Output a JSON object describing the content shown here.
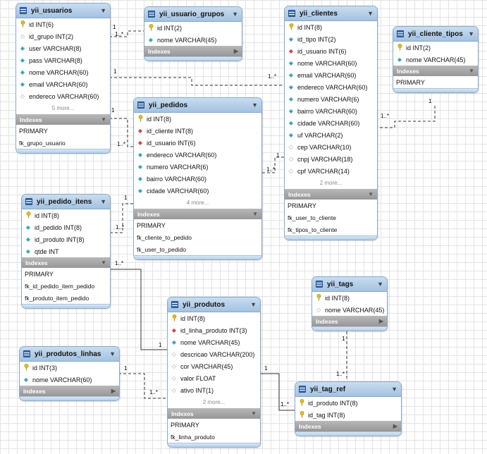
{
  "labels": {
    "one": "1",
    "many": "1..*"
  },
  "tables": [
    {
      "id": "usuarios",
      "name": "yii_usuarios",
      "columns": [
        {
          "icon": "key",
          "text": "id INT(6)"
        },
        {
          "icon": "null",
          "text": "id_grupo INT(2)"
        },
        {
          "icon": "nn",
          "text": "user VARCHAR(8)"
        },
        {
          "icon": "nn",
          "text": "pass VARCHAR(8)"
        },
        {
          "icon": "nn",
          "text": "nome VARCHAR(60)"
        },
        {
          "icon": "nn",
          "text": "email VARCHAR(60)"
        },
        {
          "icon": "null",
          "text": "endereco VARCHAR(60)"
        }
      ],
      "more": "5 more...",
      "indexes_label": "Indexes",
      "indexes": [
        "PRIMARY",
        "fk_grupo_usuario"
      ]
    },
    {
      "id": "usuario_grupos",
      "name": "yii_usuario_grupos",
      "columns": [
        {
          "icon": "key",
          "text": "id INT(2)"
        },
        {
          "icon": "nn",
          "text": "nome VARCHAR(45)"
        }
      ],
      "more": "",
      "indexes_label": "Indexes",
      "indexes": []
    },
    {
      "id": "clientes",
      "name": "yii_clientes",
      "columns": [
        {
          "icon": "key",
          "text": "id INT(8)"
        },
        {
          "icon": "nn",
          "text": "id_tipo INT(2)"
        },
        {
          "icon": "fk",
          "text": "id_usuario INT(6)"
        },
        {
          "icon": "nn",
          "text": "nome VARCHAR(60)"
        },
        {
          "icon": "nn",
          "text": "email VARCHAR(60)"
        },
        {
          "icon": "nn",
          "text": "endereco VARCHAR(60)"
        },
        {
          "icon": "nn",
          "text": "numero VARCHAR(6)"
        },
        {
          "icon": "nn",
          "text": "bairro VARCHAR(60)"
        },
        {
          "icon": "nn",
          "text": "cidade VARCHAR(60)"
        },
        {
          "icon": "nn",
          "text": "uf VARCHAR(2)"
        },
        {
          "icon": "null",
          "text": "cep VARCHAR(10)"
        },
        {
          "icon": "null",
          "text": "cnpj VARCHAR(18)"
        },
        {
          "icon": "null",
          "text": "cpf VARCHAR(14)"
        }
      ],
      "more": "2 more...",
      "indexes_label": "Indexes",
      "indexes": [
        "PRIMARY",
        "fk_user_to_cliente",
        "fk_tipos_to_cliente"
      ]
    },
    {
      "id": "cliente_tipos",
      "name": "yii_cliente_tipos",
      "columns": [
        {
          "icon": "key",
          "text": "id INT(2)"
        },
        {
          "icon": "nn",
          "text": "nome VARCHAR(45)"
        }
      ],
      "more": "",
      "indexes_label": "Indexes",
      "indexes": [
        "PRIMARY"
      ]
    },
    {
      "id": "pedidos",
      "name": "yii_pedidos",
      "columns": [
        {
          "icon": "key",
          "text": "id INT(8)"
        },
        {
          "icon": "fk",
          "text": "id_cliente INT(8)"
        },
        {
          "icon": "fk",
          "text": "id_usuario INT(6)"
        },
        {
          "icon": "nn",
          "text": "endereco VARCHAR(60)"
        },
        {
          "icon": "nn",
          "text": "numero VARCHAR(6)"
        },
        {
          "icon": "nn",
          "text": "bairro VARCHAR(60)"
        },
        {
          "icon": "nn",
          "text": "cidade VARCHAR(60)"
        }
      ],
      "more": "4 more...",
      "indexes_label": "Indexes",
      "indexes": [
        "PRIMARY",
        "fk_cliente_to_pedido",
        "fk_user_to_pedido"
      ]
    },
    {
      "id": "pedido_itens",
      "name": "yii_pedido_itens",
      "columns": [
        {
          "icon": "key",
          "text": "id INT(8)"
        },
        {
          "icon": "nn",
          "text": "id_pedido INT(8)"
        },
        {
          "icon": "nn",
          "text": "id_produto INT(8)"
        },
        {
          "icon": "nn",
          "text": "qtde INT"
        }
      ],
      "more": "",
      "indexes_label": "Indexes",
      "indexes": [
        "PRIMARY",
        "fk_id_pedido_item_pedido",
        "fk_produto_item_pedido"
      ]
    },
    {
      "id": "tags",
      "name": "yii_tags",
      "columns": [
        {
          "icon": "key",
          "text": "id INT(8)"
        },
        {
          "icon": "null",
          "text": "nome VARCHAR(45)"
        }
      ],
      "more": "",
      "indexes_label": "Indexes",
      "indexes": []
    },
    {
      "id": "produtos",
      "name": "yii_produtos",
      "columns": [
        {
          "icon": "key",
          "text": "id INT(8)"
        },
        {
          "icon": "fk",
          "text": "id_linha_produto INT(3)"
        },
        {
          "icon": "nn",
          "text": "nome VARCHAR(45)"
        },
        {
          "icon": "null",
          "text": "descricao VARCHAR(200)"
        },
        {
          "icon": "null",
          "text": "cor VARCHAR(45)"
        },
        {
          "icon": "null",
          "text": "valor FLOAT"
        },
        {
          "icon": "null",
          "text": "ativo INT(1)"
        }
      ],
      "more": "2 more...",
      "indexes_label": "Indexes",
      "indexes": [
        "PRIMARY",
        "fk_linha_produto"
      ]
    },
    {
      "id": "produtos_linhas",
      "name": "yii_produtos_linhas",
      "columns": [
        {
          "icon": "key",
          "text": "id INT(3)"
        },
        {
          "icon": "nn",
          "text": "nome VARCHAR(60)"
        }
      ],
      "more": "",
      "indexes_label": "Indexes",
      "indexes": []
    },
    {
      "id": "tag_ref",
      "name": "yii_tag_ref",
      "columns": [
        {
          "icon": "key",
          "text": "id_produto INT(8)"
        },
        {
          "icon": "key",
          "text": "id_tag INT(8)"
        }
      ],
      "more": "",
      "indexes_label": "Indexes",
      "indexes": []
    }
  ]
}
